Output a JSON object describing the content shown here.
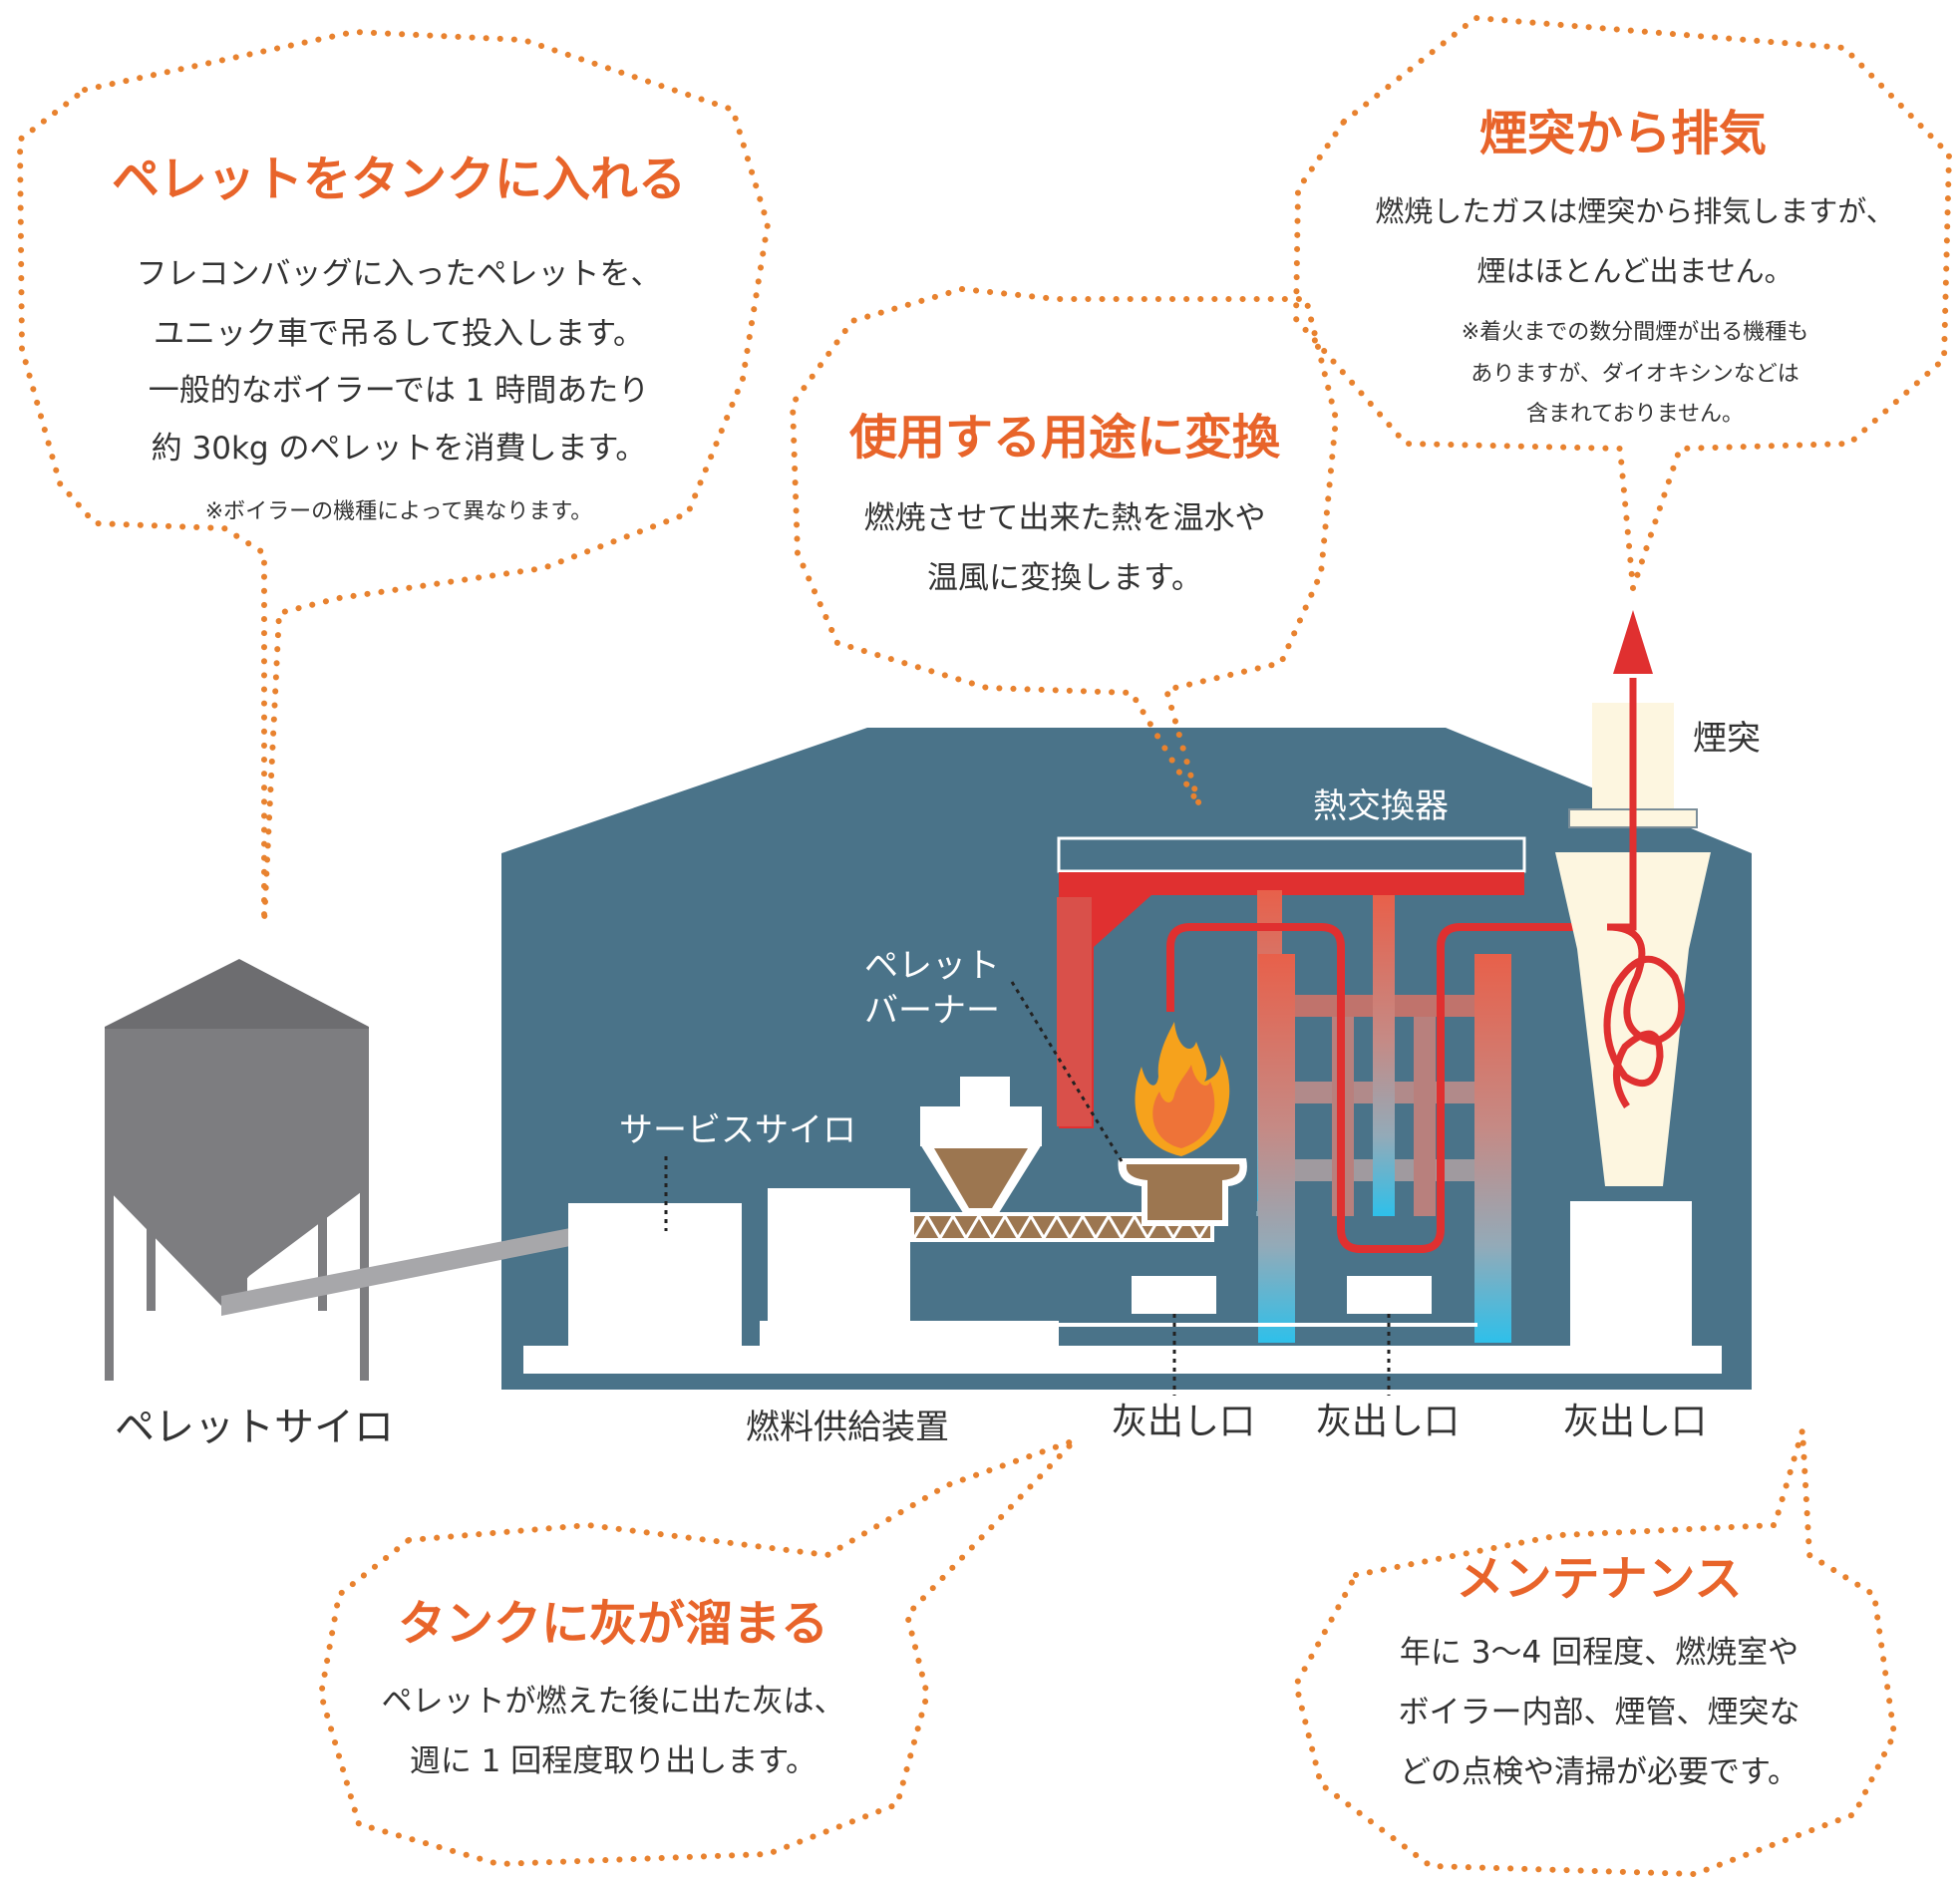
{
  "bubbles": {
    "pellet_tank": {
      "title": "ペレットをタンクに入れる",
      "lines": [
        "フレコンバッグに入ったペレットを、",
        "ユニック車で吊るして投入します。",
        "一般的なボイラーでは 1 時間あたり",
        "約 30kg のペレットを消費します。"
      ],
      "note": "※ボイラーの機種によって異なります。"
    },
    "conversion": {
      "title": "使用する用途に変換",
      "lines": [
        "燃焼させて出来た熱を温水や",
        "温風に変換します。"
      ]
    },
    "exhaust": {
      "title": "煙突から排気",
      "lines": [
        "燃焼したガスは煙突から排気しますが、",
        "煙はほとんど出ません。"
      ],
      "notes": [
        "※着火までの数分間煙が出る機種も",
        "ありますが、ダイオキシンなどは",
        "含まれておりません。"
      ]
    },
    "ash": {
      "title": "タンクに灰が溜まる",
      "lines": [
        "ペレットが燃えた後に出た灰は、",
        "週に 1 回程度取り出します。"
      ]
    },
    "maintenance": {
      "title": "メンテナンス",
      "lines": [
        "年に 3～4 回程度、燃焼室や",
        "ボイラー内部、煙管、煙突な",
        "どの点検や清掃が必要です。"
      ]
    }
  },
  "labels": {
    "pellet_silo": "ペレットサイロ",
    "service_silo": "サービスサイロ",
    "burner_line1": "ペレット",
    "burner_line2": "バーナー",
    "heat_exchanger": "熱交換器",
    "chimney": "煙突",
    "fuel_supply": "燃料供給装置",
    "ash_outlet_1": "灰出し口",
    "ash_outlet_2": "灰出し口",
    "ash_outlet_3": "灰出し口"
  },
  "colors": {
    "accent": "#e8642a",
    "dots": "#e8822f",
    "building": "#4a7389",
    "heat_red": "#e03030",
    "silo_gray": "#7d7d80"
  }
}
